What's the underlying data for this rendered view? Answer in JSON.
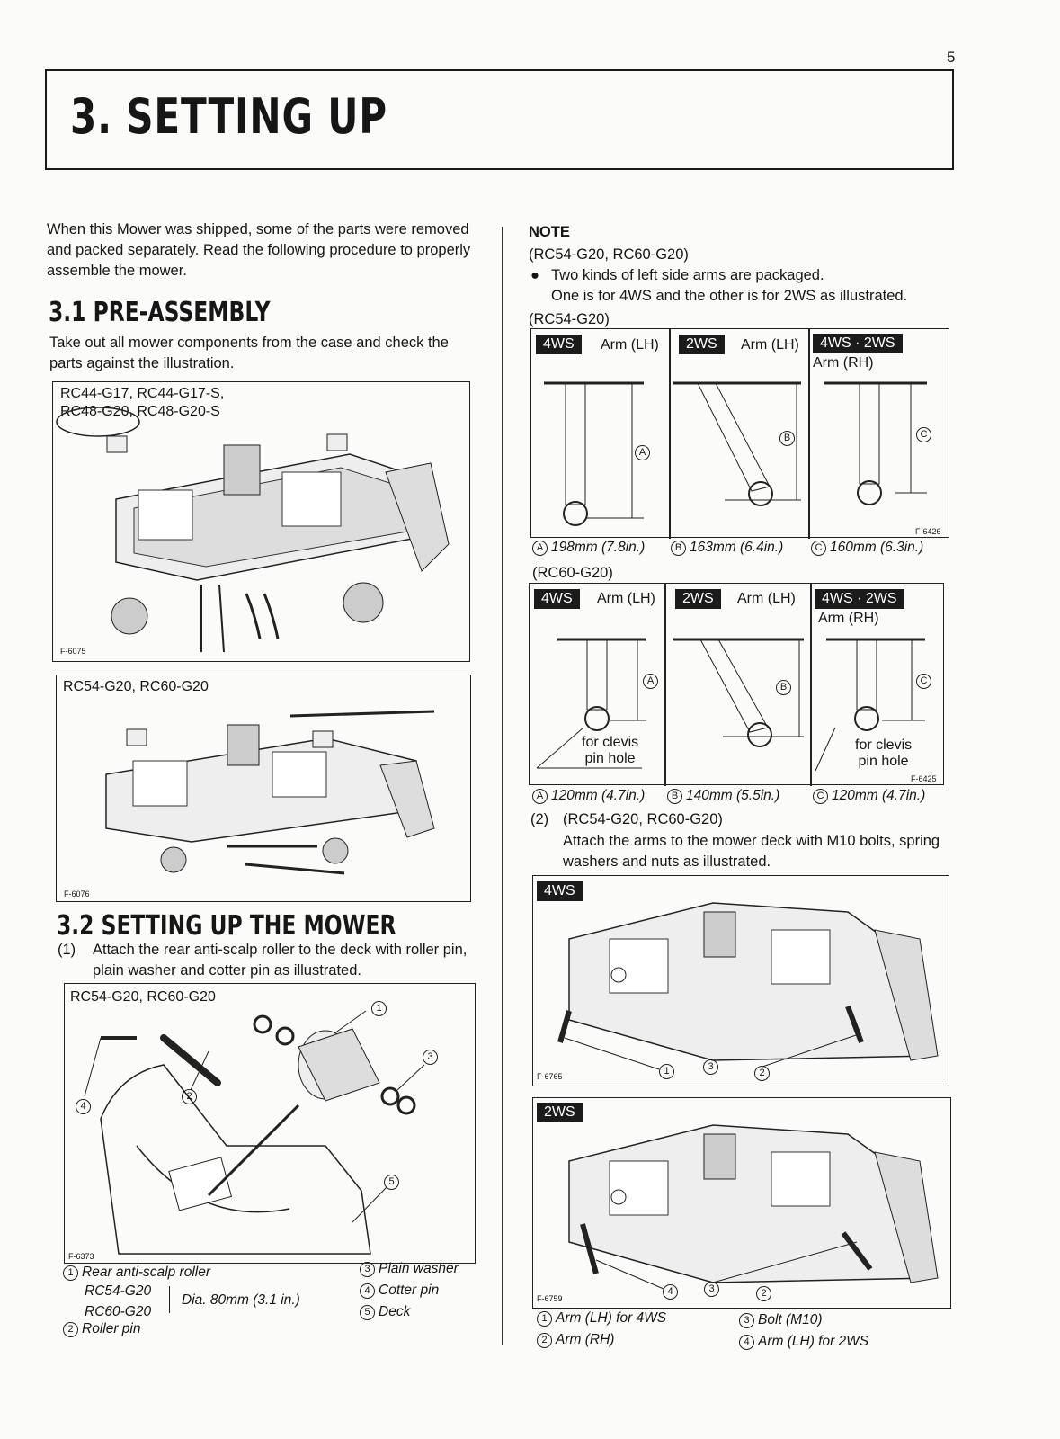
{
  "page": {
    "number": "5"
  },
  "header": {
    "title": "3. SETTING UP"
  },
  "left": {
    "intro": "When this Mower was shipped, some of the parts were removed and packed separately. Read the following procedure to properly assemble the mower.",
    "section31": {
      "heading": "3.1 PRE-ASSEMBLY",
      "text": "Take out all mower components from the case and check the parts against the illustration."
    },
    "fig1": {
      "models_line1": "RC44-G17, RC44-G17-S,",
      "models_line2": "RC48-G20, RC48-G20-S",
      "code": "F-6075"
    },
    "fig2": {
      "models": "RC54-G20, RC60-G20",
      "code": "F-6076"
    },
    "section32": {
      "heading": "3.2 SETTING UP THE MOWER",
      "step1_num": "(1)",
      "step1_text": "Attach the rear anti-scalp roller to the deck with roller pin, plain washer and cotter pin as illustrated."
    },
    "fig3": {
      "models": "RC54-G20, RC60-G20",
      "code": "F-6373",
      "callouts": [
        "1",
        "2",
        "3",
        "4",
        "5"
      ],
      "legend": {
        "l1": "Rear anti-scalp roller",
        "l1a": "RC54-G20",
        "l1b": "RC60-G20",
        "dia": "Dia. 80mm (3.1 in.)",
        "l2": "Roller pin",
        "l3": "Plain washer",
        "l4": "Cotter pin",
        "l5": "Deck"
      }
    }
  },
  "right": {
    "note": {
      "title": "NOTE",
      "models": "(RC54-G20, RC60-G20)",
      "bullet": "Two kinds of left side arms are packaged.",
      "bullet_cont": "One is for 4WS and the other is for 2WS as illustrated."
    },
    "fig4": {
      "models": "(RC54-G20)",
      "tag_4ws": "4WS",
      "tag_2ws": "2WS",
      "tag_both": "4WS · 2WS",
      "arm_lh": "Arm (LH)",
      "arm_rh": "Arm (RH)",
      "code": "F-6426",
      "dim_a": "198mm (7.8in.)",
      "dim_b": "163mm (6.4in.)",
      "dim_c": "160mm (6.3in.)",
      "letter_a": "A",
      "letter_b": "B",
      "letter_c": "C"
    },
    "fig5": {
      "models": "(RC60-G20)",
      "code": "F-6425",
      "clevis_1": "for clevis",
      "clevis_2": "pin hole",
      "dim_a": "120mm (4.7in.)",
      "dim_b": "140mm (5.5in.)",
      "dim_c": "120mm (4.7in.)"
    },
    "step2": {
      "num": "(2)",
      "models": "(RC54-G20, RC60-G20)",
      "text": "Attach the arms to the mower deck with M10 bolts, spring washers and nuts as illustrated."
    },
    "fig6": {
      "tag": "4WS",
      "code": "F-6765",
      "callouts": [
        "1",
        "3",
        "2"
      ]
    },
    "fig7": {
      "tag": "2WS",
      "code": "F-6759",
      "callouts": [
        "4",
        "3",
        "2"
      ]
    },
    "legend": {
      "l1": "Arm (LH) for 4WS",
      "l2": "Arm (RH)",
      "l3": "Bolt (M10)",
      "l4": "Arm (LH) for 2WS"
    }
  }
}
